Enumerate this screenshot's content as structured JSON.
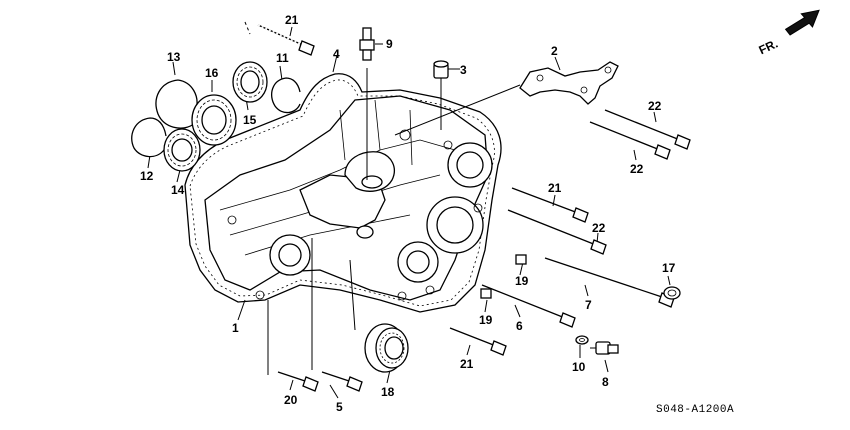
{
  "diagram": {
    "reference_code": "S048-A1200A",
    "direction_label": "FR.",
    "callouts": [
      {
        "id": "c1",
        "text": "1"
      },
      {
        "id": "c2",
        "text": "2"
      },
      {
        "id": "c3",
        "text": "3"
      },
      {
        "id": "c4",
        "text": "4"
      },
      {
        "id": "c5",
        "text": "5"
      },
      {
        "id": "c6",
        "text": "6"
      },
      {
        "id": "c7",
        "text": "7"
      },
      {
        "id": "c8",
        "text": "8"
      },
      {
        "id": "c9",
        "text": "9"
      },
      {
        "id": "c10",
        "text": "10"
      },
      {
        "id": "c11",
        "text": "11"
      },
      {
        "id": "c12",
        "text": "12"
      },
      {
        "id": "c13",
        "text": "13"
      },
      {
        "id": "c14",
        "text": "14"
      },
      {
        "id": "c15",
        "text": "15"
      },
      {
        "id": "c16",
        "text": "16"
      },
      {
        "id": "c17",
        "text": "17"
      },
      {
        "id": "c18",
        "text": "18"
      },
      {
        "id": "c19a",
        "text": "19"
      },
      {
        "id": "c19b",
        "text": "19"
      },
      {
        "id": "c20",
        "text": "20"
      },
      {
        "id": "c21a",
        "text": "21"
      },
      {
        "id": "c21b",
        "text": "21"
      },
      {
        "id": "c21c",
        "text": "21"
      },
      {
        "id": "c22a",
        "text": "22"
      },
      {
        "id": "c22b",
        "text": "22"
      },
      {
        "id": "c22c",
        "text": "22"
      }
    ]
  }
}
